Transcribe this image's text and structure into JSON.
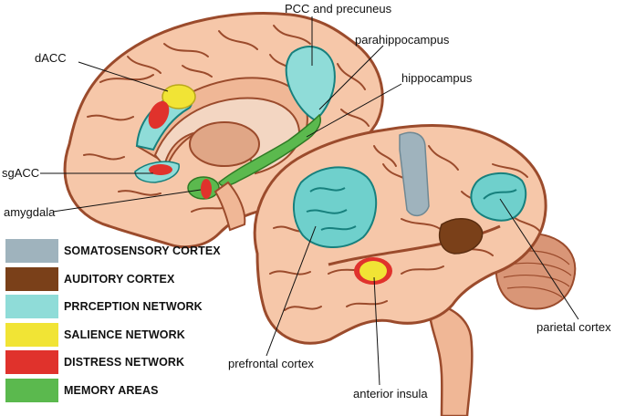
{
  "labels": {
    "pcc": "PCC and precuneus",
    "parahippocampus": "parahippocampus",
    "dacc": "dACC",
    "hippocampus": "hippocampus",
    "sgacc": "sgACC",
    "amygdala": "amygdala",
    "parietal": "parietal cortex",
    "prefrontal": "prefrontal cortex",
    "insula": "anterior insula"
  },
  "legend": [
    {
      "label": "SOMATOSENSORY CORTEX",
      "color": "#9fb3bd"
    },
    {
      "label": "AUDITORY CORTEX",
      "color": "#7a4019"
    },
    {
      "label": "PRRCEPTION NETWORK",
      "color": "#8fdcd8"
    },
    {
      "label": "SALIENCE NETWORK",
      "color": "#f1e435"
    },
    {
      "label": "DISTRESS NETWORK",
      "color": "#e0322c"
    },
    {
      "label": "MEMORY AREAS",
      "color": "#5bb94e"
    }
  ],
  "colors": {
    "brain_fill": "#f6c7a9",
    "brain_outline": "#9b4b2c",
    "brain_shadow": "#e8a47f",
    "callosum": "#f3d6c2",
    "thalamus": "#e0a686",
    "cerebellum": "#d99677"
  }
}
